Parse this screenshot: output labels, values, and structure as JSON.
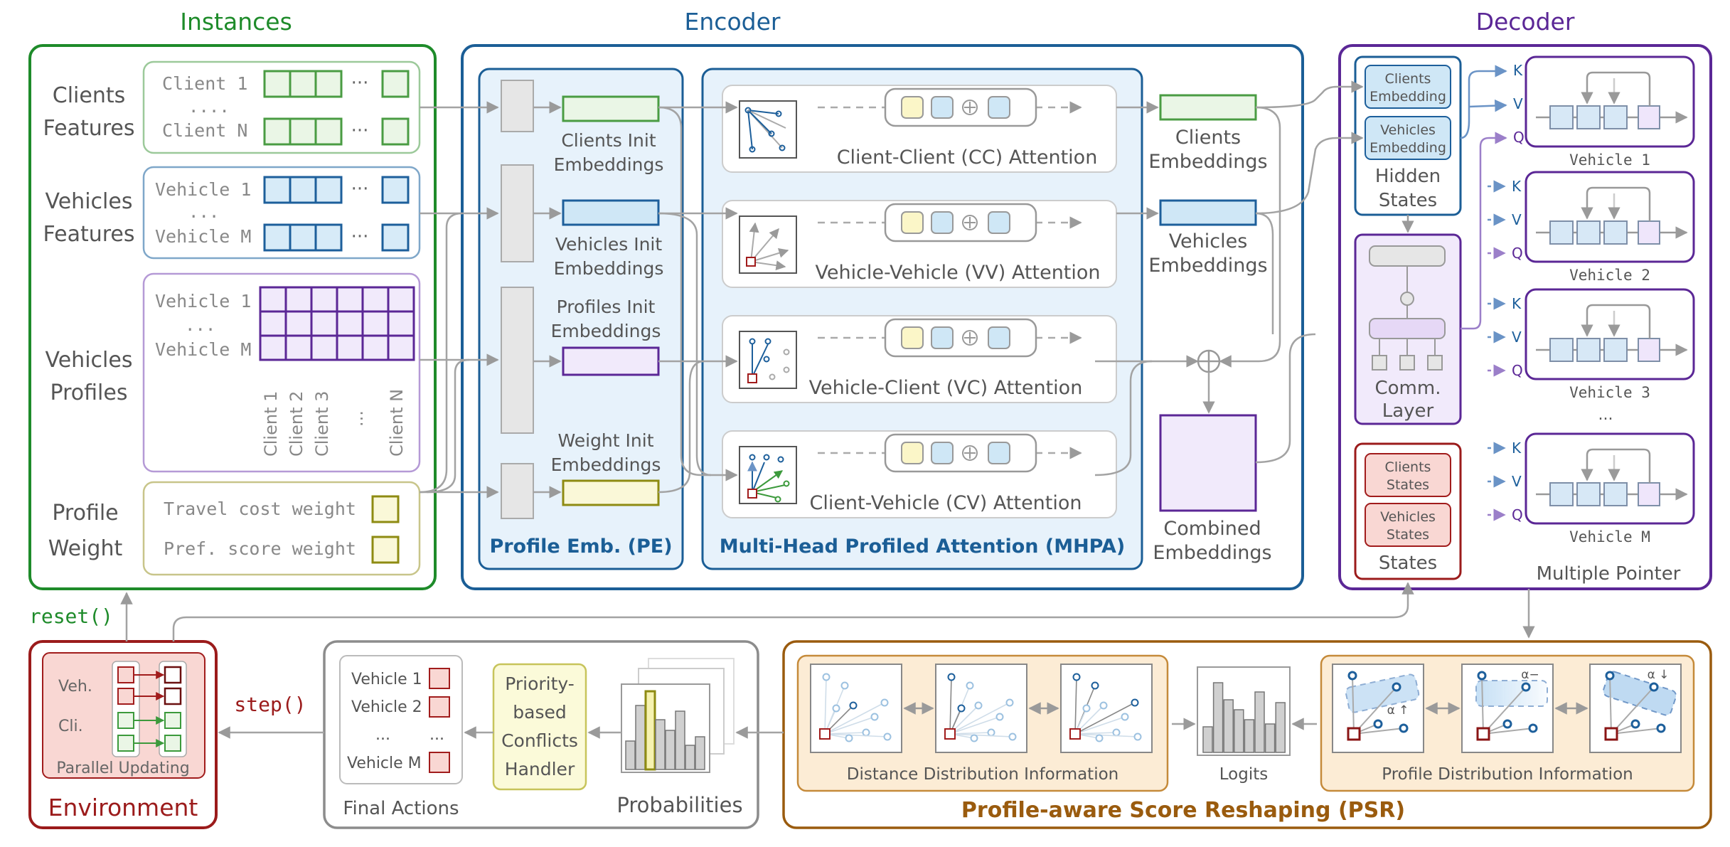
{
  "colors": {
    "instances": "#1e8b2a",
    "encoder": "#1b5e96",
    "decoder": "#5b2796",
    "environment": "#9b1b1b",
    "psr": "#9a5b0e",
    "gray": "#8c8c8c",
    "green_cell": "#4a9c43",
    "blue_cell": "#1d5f9b",
    "purple_cell": "#5b2796",
    "olive": "#8e8b12"
  },
  "instances": {
    "title": "Instances",
    "clients_features": {
      "label_line1": "Clients",
      "label_line2": "Features",
      "row1": "Client 1",
      "dots": "....",
      "row2": "Client N"
    },
    "vehicles_features": {
      "label_line1": "Vehicles",
      "label_line2": "Features",
      "row1": "Vehicle 1",
      "dots": "...",
      "row2": "Vehicle M"
    },
    "vehicles_profiles": {
      "label_line1": "Vehicles",
      "label_line2": "Profiles",
      "row1": "Vehicle 1",
      "dots": "...",
      "row2": "Vehicle M",
      "columns": [
        "Client 1",
        "Client 2",
        "Client 3",
        "...",
        "Client N"
      ]
    },
    "profile_weight": {
      "label_line1": "Profile",
      "label_line2": "Weight",
      "row1": "Travel cost weight",
      "row2": "Pref. score weight"
    }
  },
  "encoder": {
    "title": "Encoder",
    "pe": {
      "title": "Profile Emb. (PE)",
      "clients_init": [
        "Clients Init",
        "Embeddings"
      ],
      "vehicles_init": [
        "Vehicles Init",
        "Embeddings"
      ],
      "profiles_init": [
        "Profiles Init",
        "Embeddings"
      ],
      "weight_init": [
        "Weight Init",
        "Embeddings"
      ]
    },
    "mhpa": {
      "title": "Multi-Head Profiled Attention (MHPA)",
      "cc": "Client-Client (CC) Attention",
      "vv": "Vehicle-Vehicle (VV) Attention",
      "vc": "Vehicle-Client (VC) Attention",
      "cv": "Client-Vehicle (CV) Attention"
    },
    "outputs": {
      "clients": [
        "Clients",
        "Embeddings"
      ],
      "vehicles": [
        "Vehicles",
        "Embeddings"
      ],
      "combined": [
        "Combined",
        "Embeddings"
      ]
    }
  },
  "decoder": {
    "title": "Decoder",
    "hidden": {
      "clients": [
        "Clients",
        "Embedding"
      ],
      "vehicles": [
        "Vehicles",
        "Embedding"
      ],
      "label": [
        "Hidden",
        "States"
      ]
    },
    "comm": [
      "Comm.",
      "Layer"
    ],
    "states": {
      "clients": [
        "Clients",
        "States"
      ],
      "vehicles": [
        "Vehicles",
        "States"
      ],
      "label": "States"
    },
    "kvq": [
      "K",
      "V",
      "Q"
    ],
    "pointers": [
      "Vehicle 1",
      "Vehicle 2",
      "Vehicle 3",
      "Vehicle M"
    ],
    "pointer_dots": "...",
    "multiple_pointer": "Multiple Pointer"
  },
  "environment": {
    "title": "Environment",
    "reset": "reset()",
    "step": "step()",
    "veh": "Veh.",
    "cli": "Cli.",
    "parallel": "Parallel Updating"
  },
  "actions": {
    "vehicles": [
      "Vehicle 1",
      "Vehicle 2",
      "...",
      "Vehicle M"
    ],
    "dots_right": "...",
    "final_actions": "Final Actions",
    "handler": [
      "Priority-",
      "based",
      "Conflicts",
      "Handler"
    ],
    "probabilities": "Probabilities"
  },
  "psr": {
    "title": "Profile-aware Score Reshaping (PSR)",
    "distance": "Distance Distribution Information",
    "logits": "Logits",
    "profile": "Profile Distribution Information",
    "alpha_up": "α ↑",
    "alpha_minus": "α−",
    "alpha_down": "α ↓"
  }
}
